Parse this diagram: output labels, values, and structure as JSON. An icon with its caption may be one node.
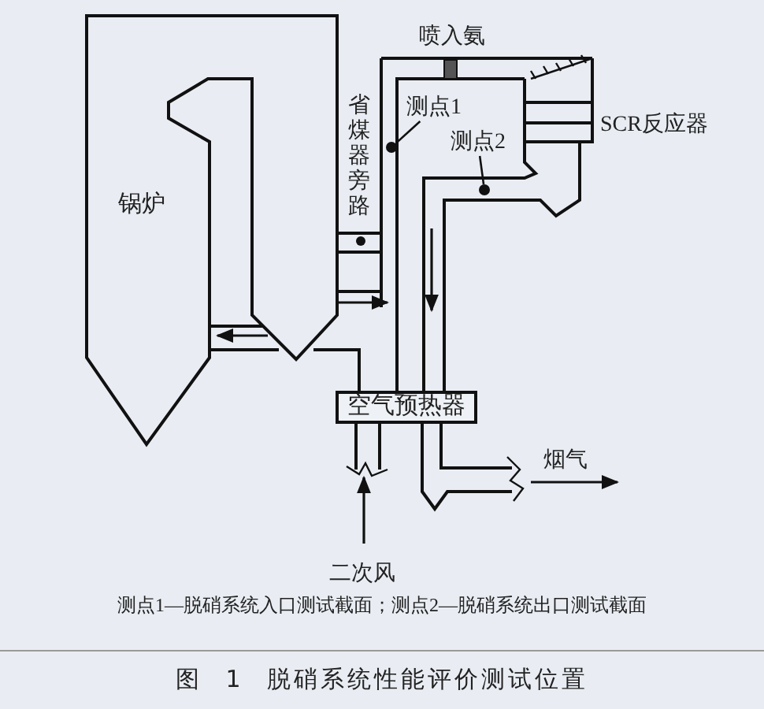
{
  "diagram": {
    "caption": "图 1 脱硝系统性能评价测试位置",
    "nodes": [
      {
        "text": [
          "空气预热器"
        ]
      },
      {
        "text": [
          "测点1"
        ]
      },
      {
        "text": [],
        "shape": "circle"
      },
      {
        "text": [
          "测点2"
        ]
      },
      {
        "text": [],
        "shape": "circle"
      }
    ],
    "edges": [
      {
        "from": 1,
        "to": 2,
        "arrow": "none"
      },
      {
        "from": 3,
        "to": 4,
        "arrow": "none"
      }
    ],
    "labels": [
      "锅炉",
      "喷入氨",
      "省煤器旁路",
      "SCR反应器",
      "烟气",
      "二次风",
      "测点1—脱硝系统入口测试截面；测点2—脱硝系统出口测试截面"
    ]
  }
}
